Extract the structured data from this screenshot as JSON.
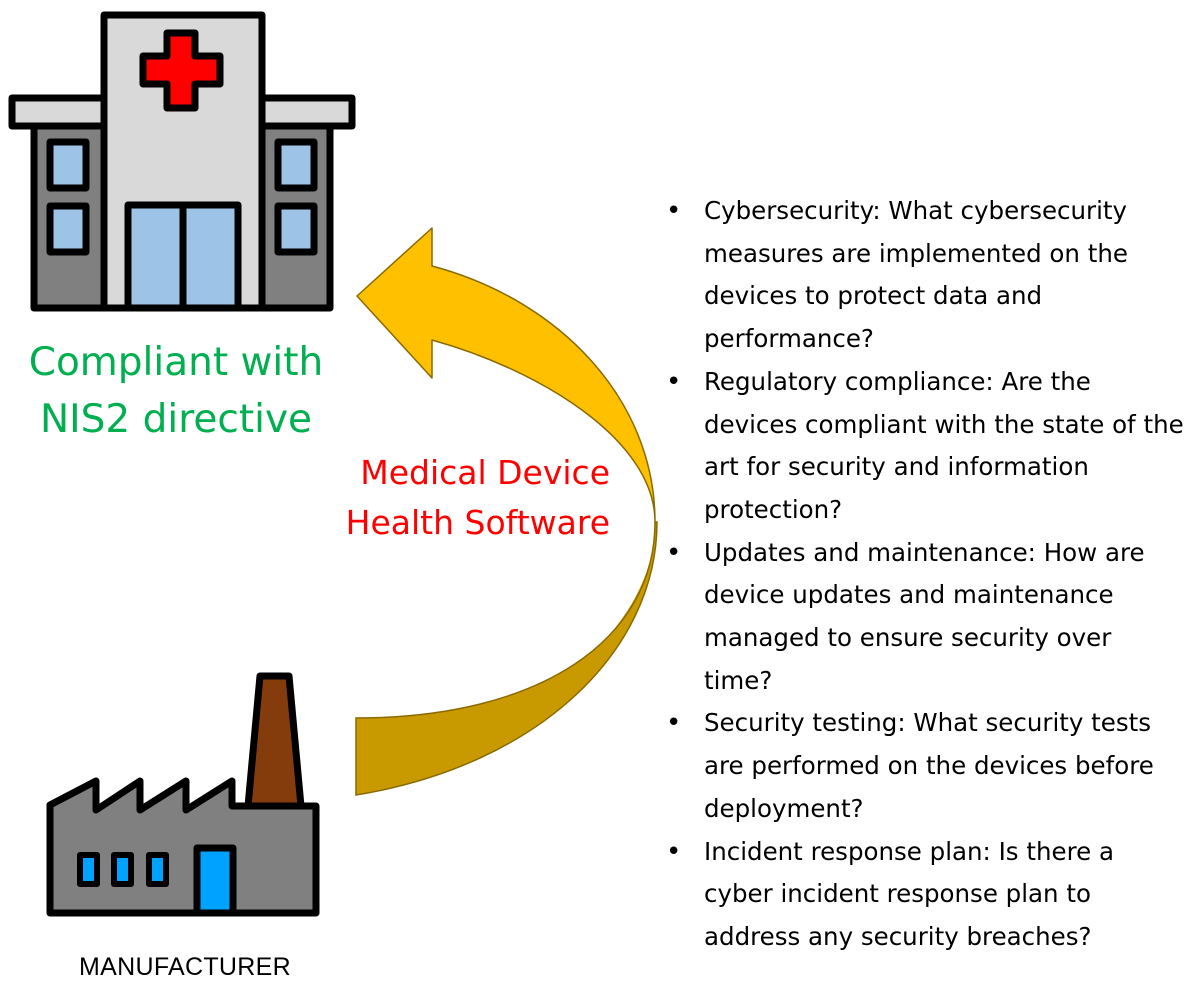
{
  "hospital": {
    "icon": "hospital-icon",
    "caption_line1": "Compliant with",
    "caption_line2": "NIS2 directive",
    "caption_color": "#00b050"
  },
  "flow_arrow": {
    "icon": "curved-arrow-icon",
    "label_line1": "Medical Device",
    "label_line2": "Health Software",
    "label_color": "#ff0000",
    "arrow_color": "#ffc000"
  },
  "manufacturer": {
    "icon": "factory-icon",
    "caption": "MANUFACTURER"
  },
  "questions": [
    {
      "text": "Cybersecurity: What cybersecurity measures are implemented on the devices to protect data and performance?"
    },
    {
      "text": "Regulatory compliance: Are the devices compliant with the state of the art for security and information protection?"
    },
    {
      "text": "Updates and maintenance: How are device updates and maintenance managed to ensure security over time?"
    },
    {
      "text": "Security testing: What security tests are performed on the devices before deployment?"
    },
    {
      "text": "Incident response plan: Is there a cyber incident response plan to address any security breaches?"
    }
  ]
}
